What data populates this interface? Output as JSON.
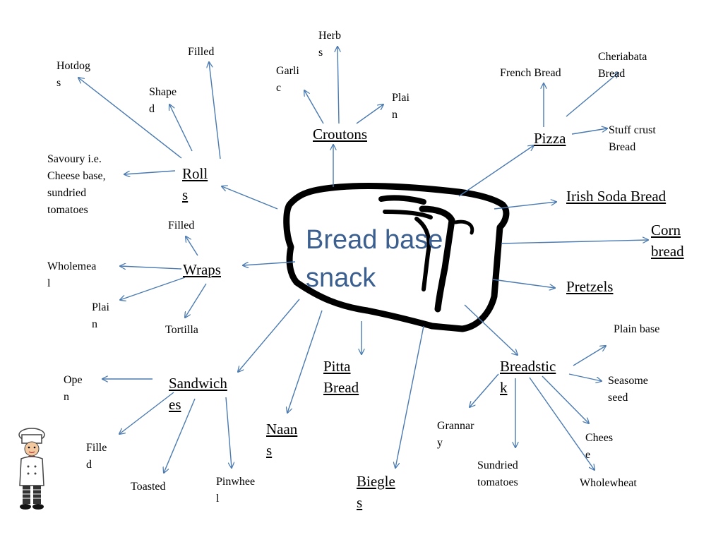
{
  "title": "Bread base snack",
  "colors": {
    "arrow": "#4a7ab0",
    "title": "#3b5f8f",
    "loaf": "#000000"
  },
  "icons": {
    "loaf": "bread-loaf-icon",
    "chef": "chef-icon"
  },
  "branches": {
    "rolls": "Roll\ns",
    "croutons": "Croutons",
    "pizza": "Pizza",
    "irish": "Irish Soda Bread",
    "corn": "Corn\nbread",
    "pretzels": "Pretzels",
    "breadsticks": "Breadstic\nk",
    "biegles": "Biegle\ns",
    "pitta": "Pitta\nBread",
    "naans": "Naan\ns",
    "sandwiches": "Sandwich\nes",
    "wraps": "Wraps"
  },
  "leaves": {
    "hotdogs": "Hotdog\ns",
    "rolls_filled": "Filled",
    "shaped": "Shape\nd",
    "savoury": "Savoury  i.e.\nCheese base,\nsundried\ntomatoes",
    "herbs": "Herb\ns",
    "garlic": "Garli\nc",
    "croutons_plain": "Plai\nn",
    "french": "French Bread",
    "cheriabata": "Cheriabata\nBread",
    "stuffcrust": "Stuff crust\nBread",
    "plainbase": "Plain base",
    "seasome": "Seasome\nseed",
    "chees": "Chees\ne",
    "wholewheat": "Wholewheat",
    "sundried": "Sundried\ntomatoes",
    "grannary": "Grannar\ny",
    "wraps_filled": "Filled",
    "wholemeal": "Wholemea\nl",
    "wraps_plain": "Plai\nn",
    "tortilla": "Tortilla",
    "open": "Ope\nn",
    "sand_filled": "Fille\nd",
    "toasted": "Toasted",
    "pinwheel": "Pinwhee\nl"
  }
}
